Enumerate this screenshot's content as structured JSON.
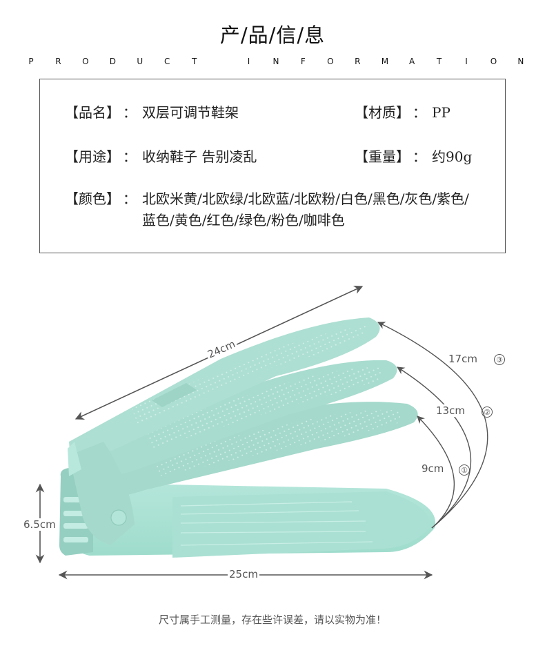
{
  "header": {
    "title": "产/品/信/息",
    "subtitle_letters": [
      "P",
      "R",
      "O",
      "D",
      "U",
      "C",
      "T",
      " ",
      "I",
      "N",
      "F",
      "O",
      "R",
      "M",
      "A",
      "T",
      "I",
      "O",
      "N"
    ]
  },
  "info": {
    "name": {
      "label": "【品名】",
      "colon": "：",
      "value": "双层可调节鞋架"
    },
    "material": {
      "label": "【材质】",
      "colon": "：",
      "value": "PP"
    },
    "usage": {
      "label": "【用途】",
      "colon": "：",
      "value": "收纳鞋子 告别凌乱"
    },
    "weight": {
      "label": "【重量】",
      "colon": "：",
      "value": "约90g"
    },
    "colors": {
      "label": "【颜色】",
      "colon": "：",
      "value": "北欧米黄/北欧绿/北欧蓝/北欧粉/白色/黑色/灰色/紫色/蓝色/黄色/红色/绿色/粉色/咖啡色"
    }
  },
  "diagram": {
    "product_color": "#a8dccf",
    "product_shadow": "#8fcabb",
    "annotation_color": "#555555",
    "top_length": "24cm",
    "base_length": "25cm",
    "height": "6.5cm",
    "levels": [
      {
        "height": "9cm",
        "num": "①"
      },
      {
        "height": "13cm",
        "num": "②"
      },
      {
        "height": "17cm",
        "num": "③"
      }
    ]
  },
  "footer": {
    "note": "尺寸属手工测量，存在些许误差，请以实物为准！"
  }
}
